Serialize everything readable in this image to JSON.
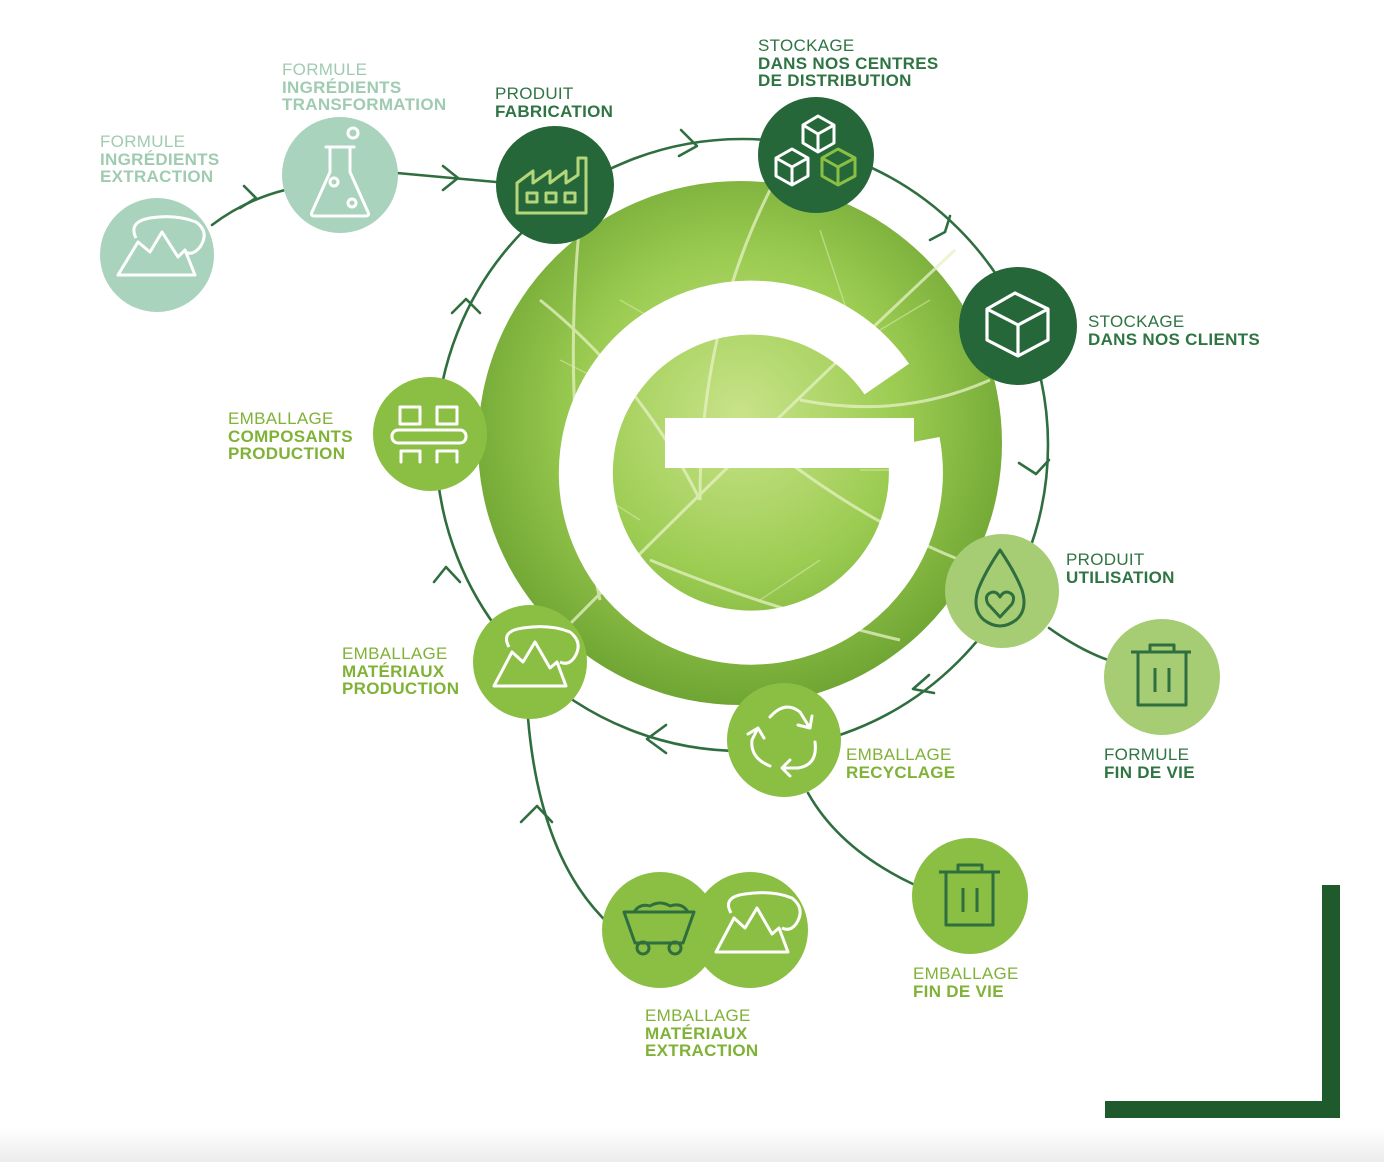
{
  "colors": {
    "pale_mint": "#a9d3bd",
    "dark_green": "#2f7443",
    "forest_green": "#26673a",
    "leaf_green": "#8bbf44",
    "soft_green": "#a6cc74",
    "arrow_green": "#2f6e3e",
    "frame_green": "#1f5a2d"
  },
  "center_logo": {
    "letter": "G"
  },
  "nodes": {
    "formule_extraction": {
      "icon": "mountain-cloud-icon",
      "lines": [
        "FORMULE",
        "INGRÉDIENTS",
        "EXTRACTION"
      ]
    },
    "formule_transformation": {
      "icon": "flask-icon",
      "lines": [
        "FORMULE",
        "INGRÉDIENTS",
        "TRANSFORMATION"
      ]
    },
    "produit_fabrication": {
      "icon": "factory-icon",
      "lines": [
        "PRODUIT",
        "FABRICATION"
      ]
    },
    "stockage_distribution": {
      "icon": "boxes-icon",
      "lines": [
        "STOCKAGE",
        "DANS NOS CENTRES",
        "DE DISTRIBUTION"
      ]
    },
    "stockage_clients": {
      "icon": "box-icon",
      "lines": [
        "STOCKAGE",
        "DANS NOS CLIENTS"
      ]
    },
    "produit_utilisation": {
      "icon": "heart-drop-icon",
      "lines": [
        "PRODUIT",
        "UTILISATION"
      ]
    },
    "formule_fin_de_vie": {
      "icon": "trash-bin-icon",
      "lines": [
        "FORMULE",
        "FIN DE VIE"
      ]
    },
    "emballage_recyclage": {
      "icon": "recycle-icon",
      "lines": [
        "EMBALLAGE",
        "RECYCLAGE"
      ]
    },
    "emballage_fin_de_vie": {
      "icon": "trash-bin-icon",
      "lines": [
        "EMBALLAGE",
        "FIN DE VIE"
      ]
    },
    "emballage_materiaux_extraction": {
      "icon": "mine-cart-icon",
      "lines": [
        "EMBALLAGE",
        "MATÉRIAUX",
        "EXTRACTION"
      ]
    },
    "emballage_materiaux_production": {
      "icon": "mountain-cloud-icon",
      "lines": [
        "EMBALLAGE",
        "MATÉRIAUX",
        "PRODUCTION"
      ]
    },
    "emballage_composants_production": {
      "icon": "packaging-press-icon",
      "lines": [
        "EMBALLAGE",
        "COMPOSANTS",
        "PRODUCTION"
      ]
    }
  }
}
